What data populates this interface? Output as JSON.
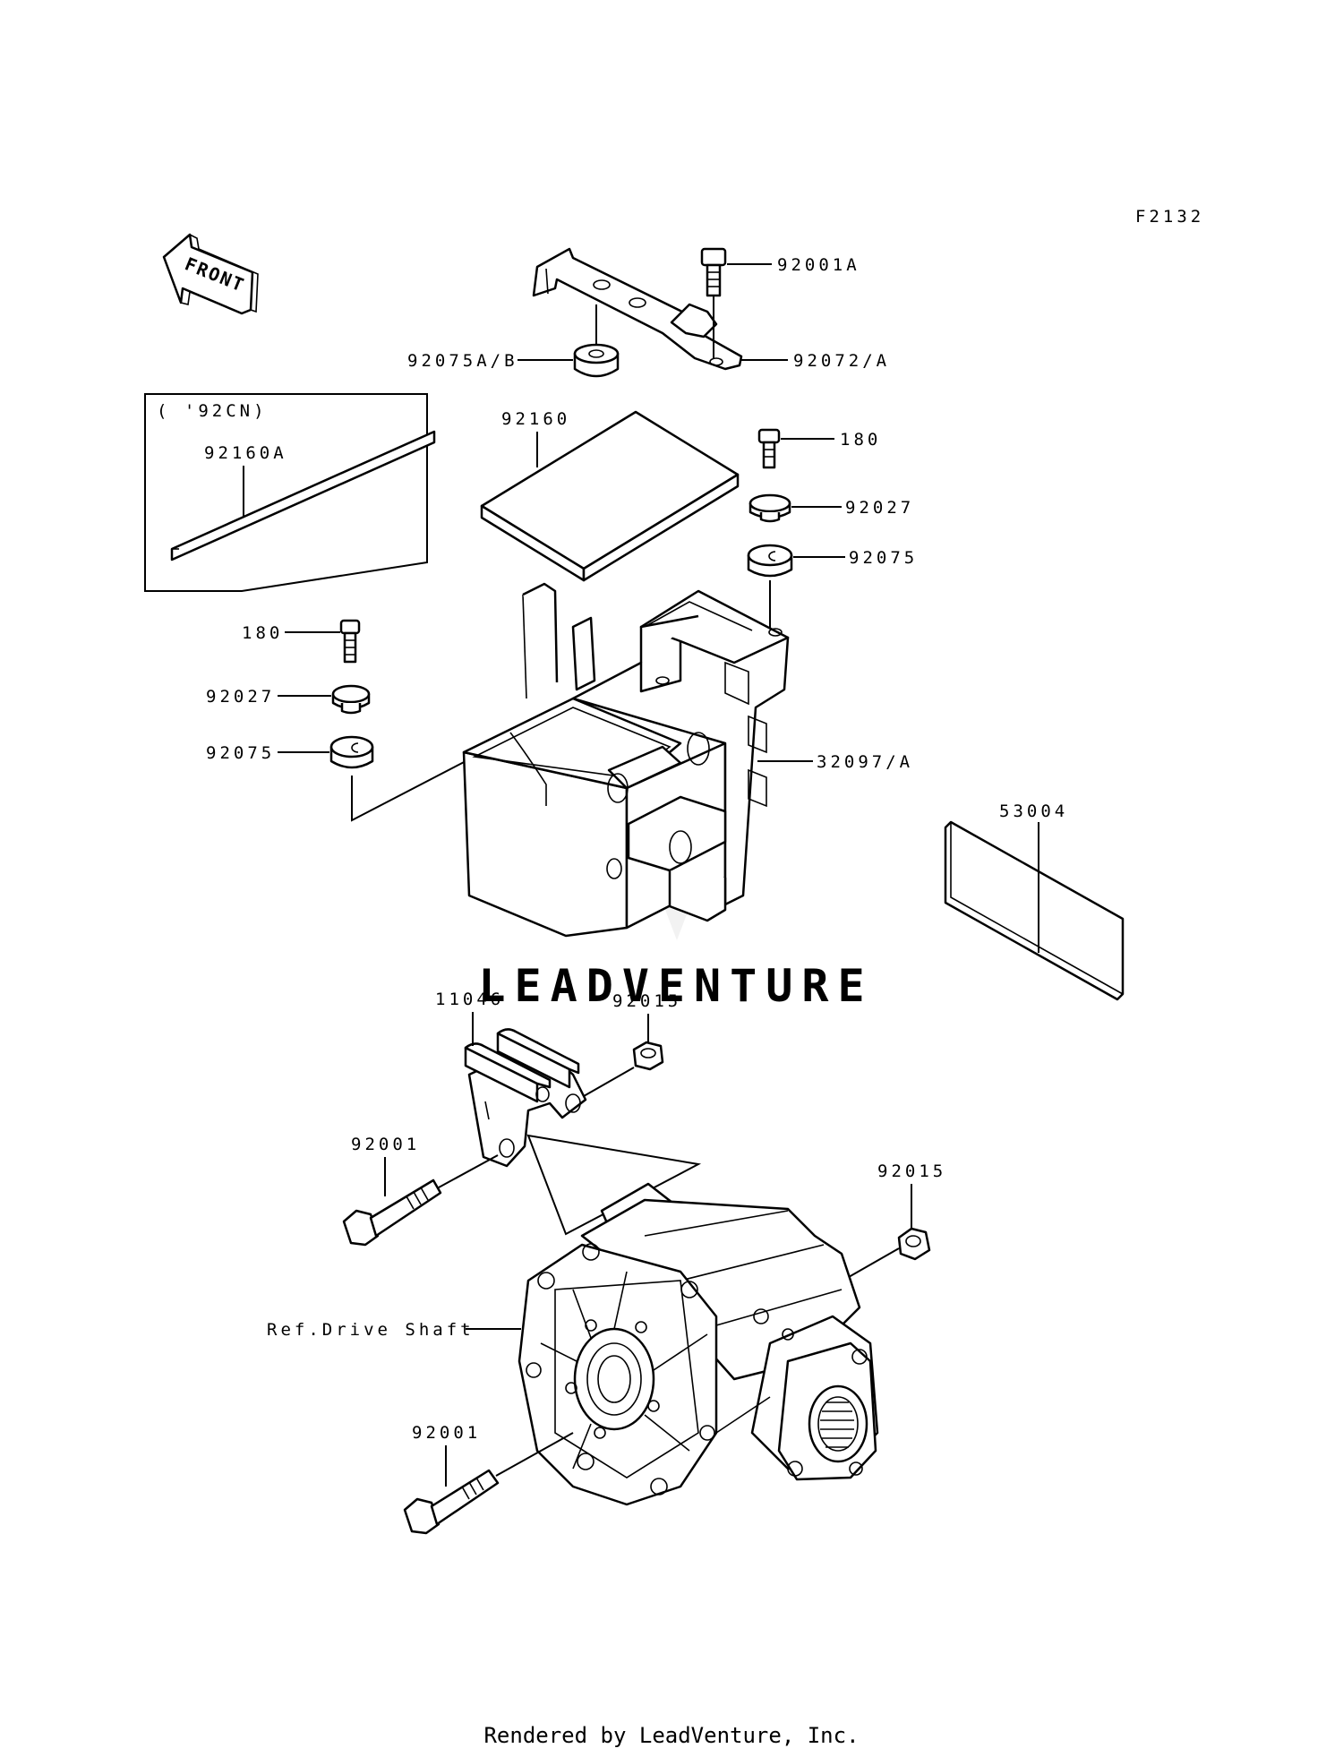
{
  "figure_code": "F2132",
  "front_marker": "FRONT",
  "inset_note": "( '92CN)",
  "watermark": "LEADVENTURE",
  "footer": "Rendered by LeadVenture, Inc.",
  "callouts": {
    "bolt_top": "92001A",
    "strap": "92072/A",
    "damper_top": "92075A/B",
    "pad": "92160",
    "pad_inset": "92160A",
    "bolt_right": "180",
    "collar_right": "92027",
    "grommet_right": "92075",
    "bolt_left": "180",
    "collar_left": "92027",
    "grommet_left": "92075",
    "battery_case": "32097/A",
    "label_plate": "53004",
    "bracket": "11046",
    "nut_bracket": "92015",
    "bolt_bracket": "92001",
    "nut_case": "92015",
    "ref_drive_shaft": "Ref.Drive Shaft",
    "bolt_case": "92001"
  }
}
